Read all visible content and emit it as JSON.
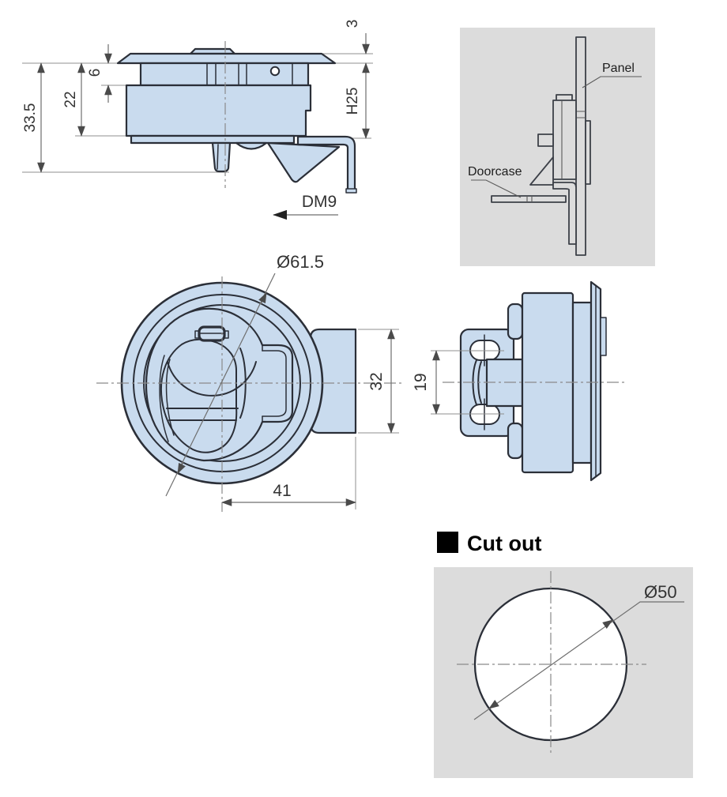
{
  "document": {
    "type": "technical-drawing",
    "subject": "flush slam latch with mounting dimensions"
  },
  "colors": {
    "part_fill": "#c9dbee",
    "outline": "#2b2f38",
    "dimension_line": "#6f6f6f",
    "grey_panel_background": "#dcdcdc",
    "dimension_text": "#333333",
    "heading_text": "#000000",
    "cutout_hole_fill": "#ffffff"
  },
  "views": {
    "side_section": {
      "dims": {
        "total_height": "33.5",
        "body_height": "22",
        "recess_depth": "6",
        "flange_height": "3",
        "grip_range": "H25",
        "direction_code": "DM9"
      }
    },
    "installation": {
      "panel_label": "Panel",
      "doorcase_label": "Doorcase"
    },
    "front": {
      "dims": {
        "flange_diameter": "Ø61.5",
        "tab_height": "32",
        "handle_width": "41"
      }
    },
    "side_profile": {
      "dims": {
        "slot_spacing": "19"
      }
    },
    "cutout": {
      "heading": "Cut out",
      "hole_diameter": "Ø50"
    }
  }
}
